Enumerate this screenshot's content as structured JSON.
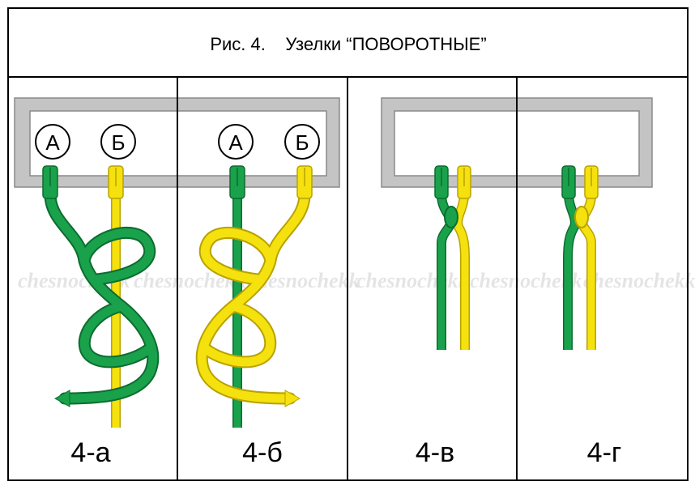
{
  "title": "Рис. 4.    Узелки “ПОВОРОТНЫЕ”",
  "cords": {
    "a_label": "А",
    "b_label": "Б"
  },
  "panels": [
    {
      "label": "4-а"
    },
    {
      "label": "4-б"
    },
    {
      "label": "4-в"
    },
    {
      "label": "4-г"
    }
  ],
  "watermark": "chesnochekk",
  "colors": {
    "green": "#1aa14b",
    "green_dark": "#0b6d2f",
    "yellow": "#f5e10e",
    "yellow_dark": "#b8a200",
    "bar_fill": "#c4c4c4",
    "bar_stroke": "#8a8a8a",
    "frame": "#000000"
  }
}
